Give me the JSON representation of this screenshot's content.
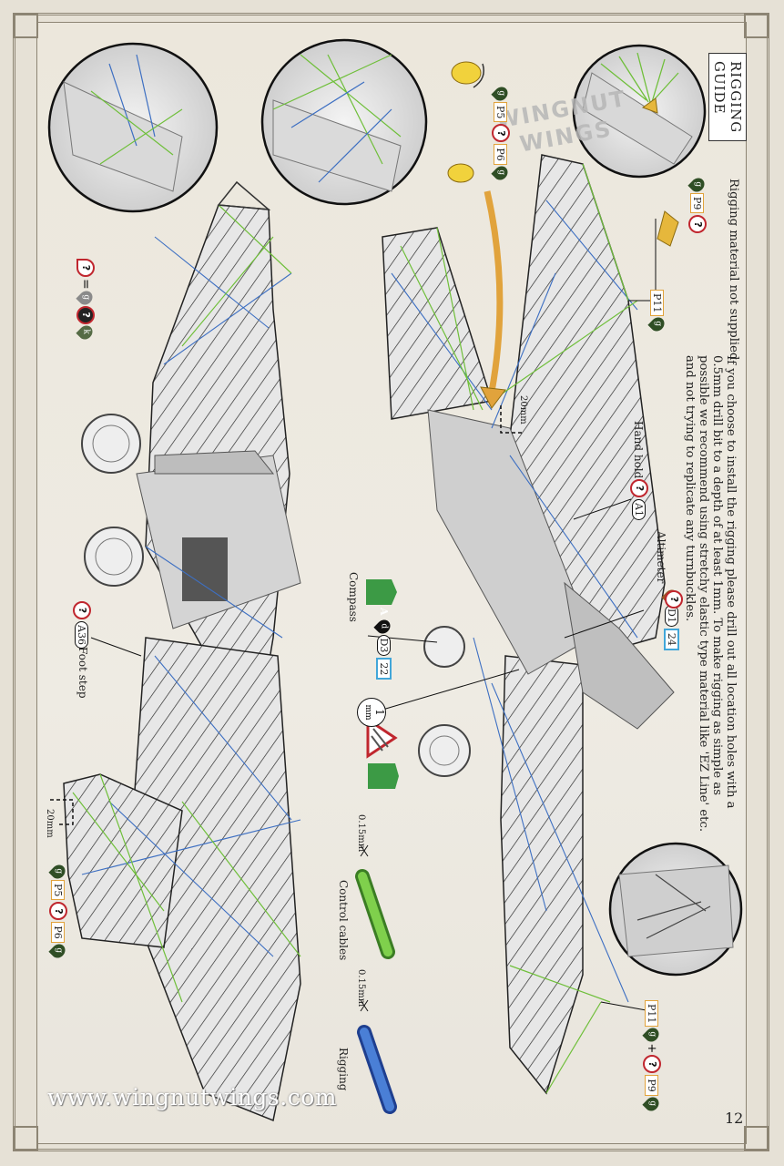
{
  "header": {
    "title": "RIGGING GUIDE",
    "subtitle": "Rigging material not supplied",
    "instructions": "If you choose to install the rigging please drill out all location holes with a 0.5mm drill bit to a depth of at least 1mm. To make rigging as simple as possible we recommend using stretchy elastic type material like 'EZ Line' etc. and not trying to replicate any turnbuckles."
  },
  "logo": {
    "text": "WINGNUT WINGS"
  },
  "callouts": {
    "hand_hold": "Hand hold",
    "hand_hold_part": "A1",
    "altimeter": "Altimeter",
    "altimeter_part": "D1",
    "altimeter_ref": "24",
    "compass": "Compass",
    "compass_part": "D3",
    "compass_ref": "22",
    "foot_step": "Foot step",
    "foot_step_part": "A36",
    "dimension_20mm_a": "20mm",
    "dimension_20mm_b": "20mm",
    "drill_size": "1",
    "drill_unit": "mm",
    "sprue_letter": "A",
    "sprue_sub": "d"
  },
  "parts": {
    "p5": "P5",
    "p6": "P6",
    "p9": "P9",
    "p11": "P11",
    "paint_g": "g",
    "paint_f": "f",
    "paint_k": "k",
    "question": "?",
    "equals": "=",
    "plus": "+"
  },
  "legend": {
    "control_size": "0.15mm",
    "control_label": "Control cables",
    "rigging_size": "0.15mm",
    "rigging_label": "Rigging"
  },
  "colors": {
    "control": "#6fbf3a",
    "rigging": "#3d6fc2",
    "accent_gold": "#e1a33c",
    "accent_red": "#c0262e",
    "accent_green": "#2f4e25"
  },
  "footer": {
    "url": "www.wingnutwings.com",
    "page_number": "12"
  }
}
